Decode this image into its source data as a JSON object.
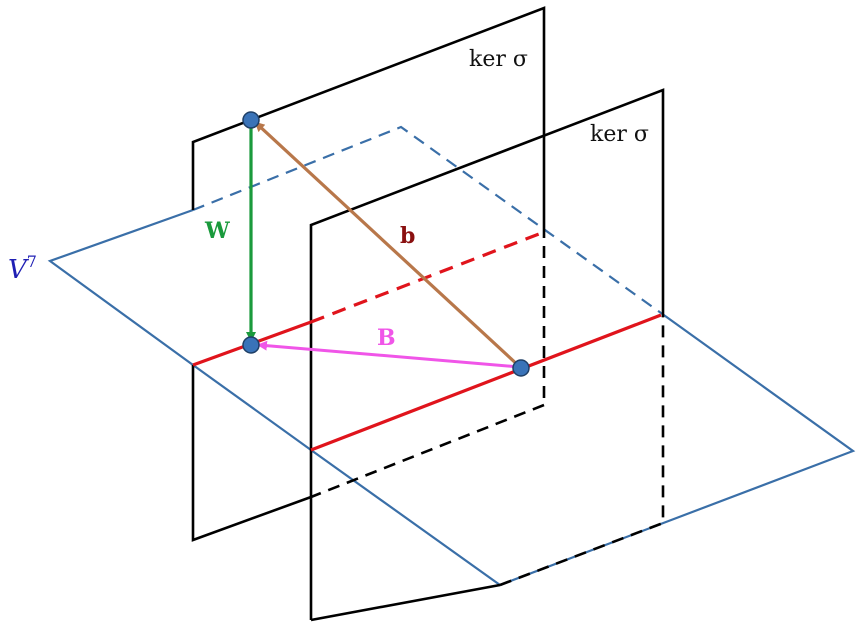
{
  "labels": {
    "space": "V",
    "space_exp": "7",
    "kernel_back": "ker σ",
    "kernel_front": "ker σ",
    "vec_b": "b",
    "vec_W": "W",
    "vec_B": "B"
  },
  "colors": {
    "plane": "#3a6fa8",
    "kernel": "#000000",
    "intersection": "#e0141c",
    "vec_b": "#b8774a",
    "vec_W": "#1a9a3c",
    "vec_B": "#f055e8",
    "point_fill": "#3a73b8",
    "point_stroke": "#1f3f66",
    "space_label": "#1f1fb4",
    "b_label": "#8a1010"
  }
}
